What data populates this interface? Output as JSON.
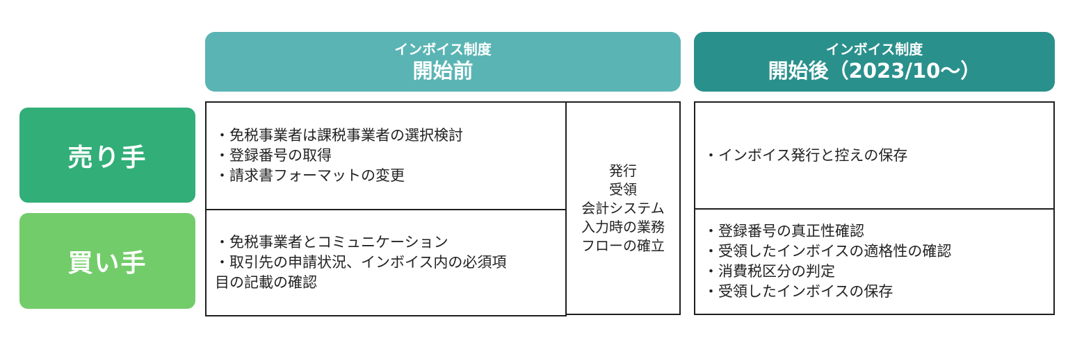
{
  "colors": {
    "header_before": "#5BB4B4",
    "header_after": "#2A908C",
    "seller": "#32AE78",
    "buyer": "#73CC6A",
    "border": "#1E1E1E"
  },
  "headers": {
    "before": {
      "sub": "インボイス制度",
      "main": "開始前"
    },
    "after": {
      "sub": "インボイス制度",
      "main": "開始後（2023/10〜）"
    }
  },
  "roles": {
    "seller": "売り手",
    "buyer": "買い手"
  },
  "before": {
    "seller_items": [
      "・免税事業者は課税事業者の選択検討",
      "・登録番号の取得",
      "・請求書フォーマットの変更"
    ],
    "buyer_items": [
      "・免税事業者とコミュニケーション",
      "・取引先の申請状況、インボイス内の必須項",
      "目の記載の確認"
    ],
    "shared_lines": [
      "発行",
      "受領",
      "会計システム",
      "入力時の業務",
      "フローの確立"
    ]
  },
  "after": {
    "seller_items": [
      "・インボイス発行と控えの保存"
    ],
    "buyer_items": [
      "・登録番号の真正性確認",
      "・受領したインボイスの適格性の確認",
      "・消費税区分の判定",
      "・受領したインボイスの保存"
    ]
  }
}
